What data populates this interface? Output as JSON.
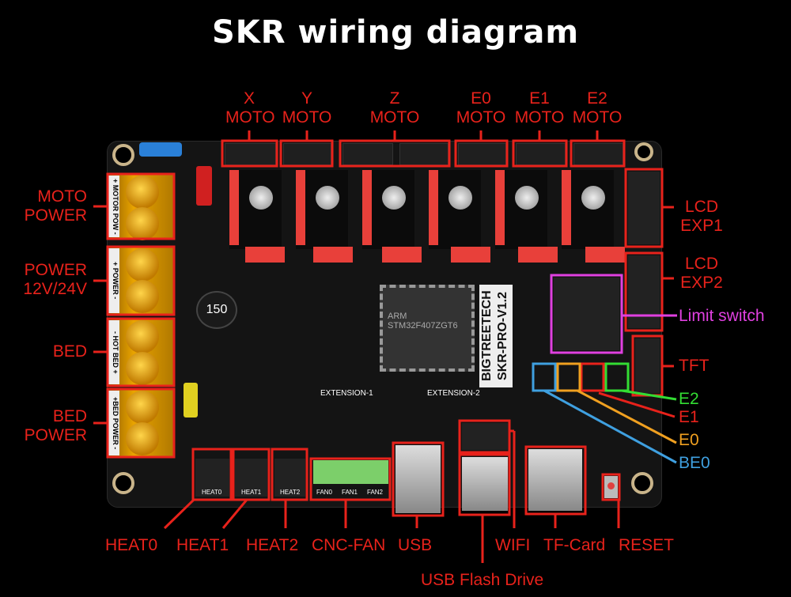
{
  "title": "SKR wiring diagram",
  "colors": {
    "label": "#e8221b",
    "limit_switch": "#e040e0",
    "e2": "#33dd33",
    "e1": "#e8221b",
    "e0": "#f0a020",
    "be0": "#3fa0e0",
    "terminal": "#e9a400",
    "driver_pins": "#e8403a"
  },
  "top_labels": {
    "x": [
      "X",
      "MOTO"
    ],
    "y": [
      "Y",
      "MOTO"
    ],
    "z": [
      "Z",
      "MOTO"
    ],
    "e0": [
      "E0",
      "MOTO"
    ],
    "e1": [
      "E1",
      "MOTO"
    ],
    "e2": [
      "E2",
      "MOTO"
    ]
  },
  "left_labels": {
    "moto_power": [
      "MOTO",
      "POWER"
    ],
    "power": [
      "POWER",
      "12V/24V"
    ],
    "bed": "BED",
    "bed_power": [
      "BED",
      "POWER"
    ]
  },
  "right_labels": {
    "lcd_exp1": [
      "LCD",
      "EXP1"
    ],
    "lcd_exp2": [
      "LCD",
      "EXP2"
    ],
    "limit_switch": "Limit switch",
    "tft": "TFT",
    "e2": "E2",
    "e1": "E1",
    "e0": "E0",
    "be0": "BE0"
  },
  "bottom_labels": {
    "heat0": "HEAT0",
    "heat1": "HEAT1",
    "heat2": "HEAT2",
    "cnc_fan": "CNC-FAN",
    "usb": "USB",
    "wifi": "WIFI",
    "tf_card": "TF-Card",
    "reset": "RESET",
    "usb_flash": "USB Flash Drive"
  },
  "board_silk": {
    "brand_line1": "BIGTREETECH",
    "brand_line2": "SKR-PRO-V1.2",
    "motor_pow": "+ MOTOR POW -",
    "power": "+ POWER -",
    "hot_bed": "- HOT BED +",
    "bed_power": "+BED POWER -",
    "heat0": "HEAT0",
    "heat1": "HEAT1",
    "heat2": "HEAT2",
    "fan0": "FAN0",
    "fan1": "FAN1",
    "fan2": "FAN2",
    "ext1": "EXTENSION-1",
    "ext2": "EXTENSION-2",
    "inductor": "150",
    "chip": "ARM STM32F407ZGT6"
  }
}
